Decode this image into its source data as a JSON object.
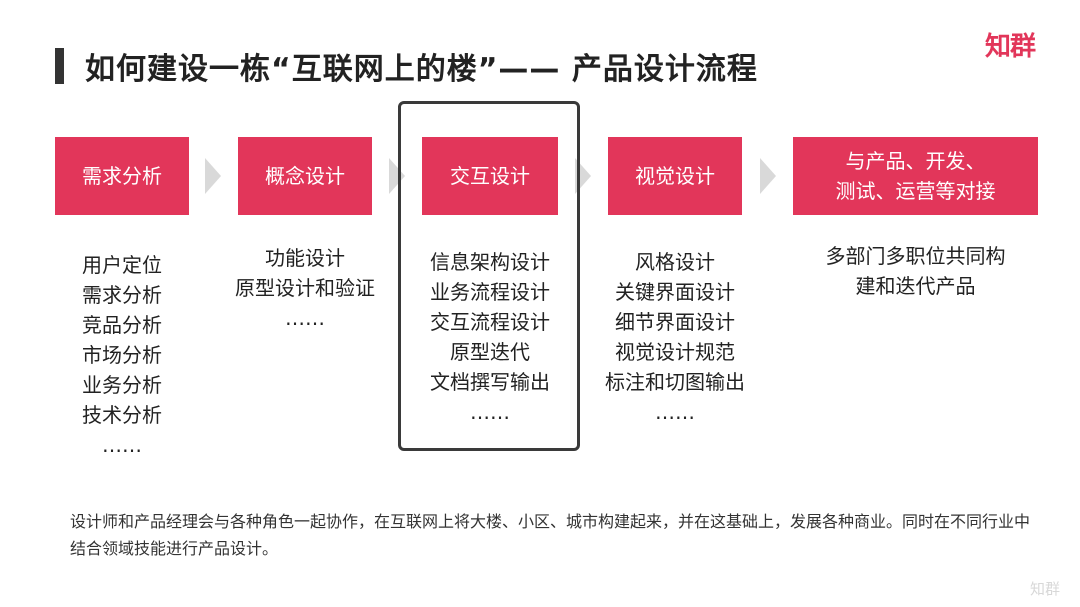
{
  "title": "如何建设一栋“互联网上的楼”—— 产品设计流程",
  "logo": "知群",
  "watermark": "知群",
  "steps": [
    {
      "label": "需求分析",
      "items": [
        "用户定位",
        "需求分析",
        "竞品分析",
        "市场分析",
        "业务分析",
        "技术分析",
        "……"
      ]
    },
    {
      "label": "概念设计",
      "items": [
        "功能设计",
        "原型设计和验证",
        "……"
      ]
    },
    {
      "label": "交互设计",
      "items": [
        "信息架构设计",
        "业务流程设计",
        "交互流程设计",
        "原型迭代",
        "文档撰写输出",
        "……"
      ]
    },
    {
      "label": "视觉设计",
      "items": [
        "风格设计",
        "关键界面设计",
        "细节界面设计",
        "视觉设计规范",
        "标注和切图输出",
        "……"
      ]
    },
    {
      "label_lines": [
        "与产品、开发、",
        "测试、运营等对接"
      ],
      "items": [
        "多部门多职位共同构",
        "建和迭代产品"
      ]
    }
  ],
  "highlighted_step": "交互设计",
  "footer": "设计师和产品经理会与各种角色一起协作，在互联网上将大楼、小区、城市构建起来，并在这基础上，发展各种商业。同时在不同行业中结合领域技能进行产品设计。",
  "colors": {
    "accent": "#e2365a",
    "arrow": "#d9d9d9",
    "highlight_border": "#3a3a3a"
  }
}
